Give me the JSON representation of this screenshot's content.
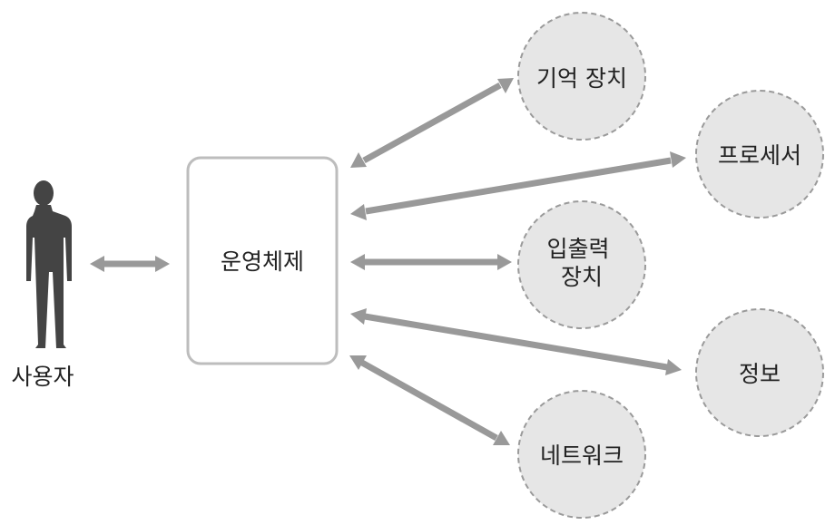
{
  "diagram": {
    "user": {
      "label": "사용자"
    },
    "os": {
      "label": "운영체제"
    },
    "resources": [
      {
        "id": "memory",
        "lines": [
          "기억 장치"
        ]
      },
      {
        "id": "processor",
        "lines": [
          "프로세서"
        ]
      },
      {
        "id": "io",
        "lines": [
          "입출력",
          "장치"
        ]
      },
      {
        "id": "information",
        "lines": [
          "정보"
        ]
      },
      {
        "id": "network",
        "lines": [
          "네트워크"
        ]
      }
    ]
  },
  "colors": {
    "arrow": "#999999",
    "circle_fill": "#e6e6e6",
    "circle_stroke": "#9a9a9a",
    "os_box_stroke": "#bdbdbd",
    "person": "#444444",
    "text": "#222222"
  }
}
